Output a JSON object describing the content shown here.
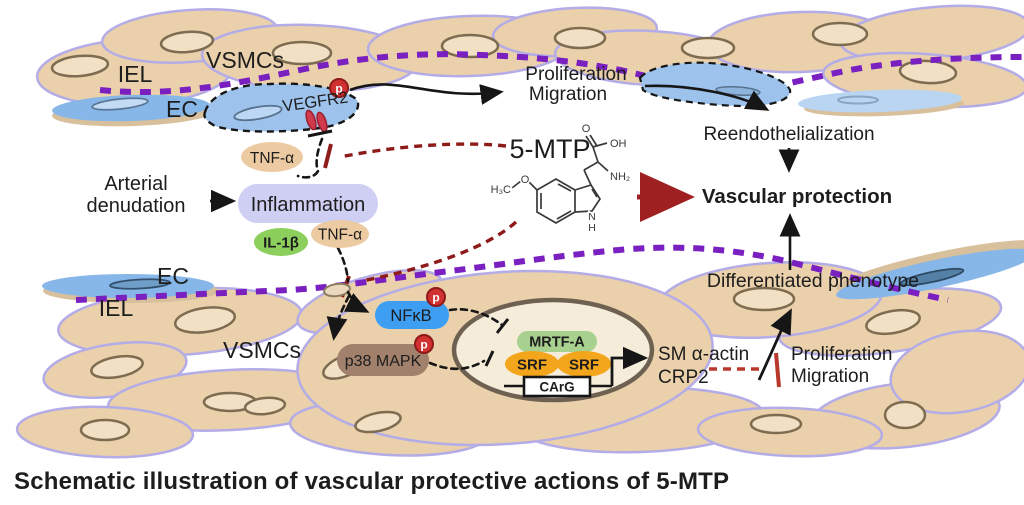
{
  "caption": "Schematic illustration of vascular protective actions of 5-MTP",
  "labels": {
    "iel_top": "IEL",
    "vsmcs_top": "VSMCs",
    "ec_top": "EC",
    "vegfr2": "VEGFR2",
    "phospho": "p",
    "tnf_upper": "TNF-α",
    "arterial_1": "Arterial",
    "arterial_2": "denudation",
    "inflammation": "Inflammation",
    "il1b": "IL-1β",
    "tnf_lower": "TNF-α",
    "prolif_top_1": "Proliferation",
    "prolif_top_2": "Migration",
    "reendothelialization": "Reendothelialization",
    "five_mtp": "5-MTP",
    "vascular_protection": "Vascular protection",
    "diff_phenotype": "Differentiated phenotype",
    "ec_bottom": "EC",
    "iel_bottom": "IEL",
    "vsmcs_bottom": "VSMCs",
    "nfkb": "NFκB",
    "p38_mapk": "p38 MAPK",
    "mrtfa": "MRTF-A",
    "srf_left": "SRF",
    "srf_right": "SRF",
    "carg": "CArG",
    "sm_actin": "SM α-actin",
    "crp2": "CRP2",
    "prolif_bottom_1": "Proliferation",
    "prolif_bottom_2": "Migration"
  },
  "chem": {
    "h3c": "H₃C",
    "o_methoxy": "O",
    "o_carbonyl": "O",
    "oh": "OH",
    "nh2": "NH₂",
    "n": "N",
    "h": "H"
  },
  "colors": {
    "cell_fill": "#ead0ab",
    "cell_stroke": "#b3ace6",
    "nucleus_fill": "#f2e0c4",
    "nucleus_stroke": "#82704f",
    "organelle_fill": "#f6ecda",
    "organelle_stroke": "#6e6152",
    "ec_blue": "#87b7e8",
    "ec_blue_light": "#bad5f2",
    "ec_dashed_fill": "#9dc3ec",
    "ec_shadow": "#d9c09c",
    "iel_purple": "#7a1fc0",
    "inhibit_red": "#8e1a1a",
    "arrow_red": "#9e2020",
    "tbar_red": "#b8392b",
    "p_fill": "#d23131",
    "receptor_red": "#cf3a4d",
    "tnf_fill": "#eccaa2",
    "inflammation_fill": "#cfcff4",
    "il1b_fill": "#8ccf5c",
    "nfkb_fill": "#3e9ef1",
    "nfkb_text": "#0d3a78",
    "p38_fill": "#a1806c",
    "mrtfa_fill": "#a8d08e",
    "srf_fill": "#f3a61b",
    "srf_text": "#fff3cf",
    "caption_color": "#1b1ba8"
  }
}
